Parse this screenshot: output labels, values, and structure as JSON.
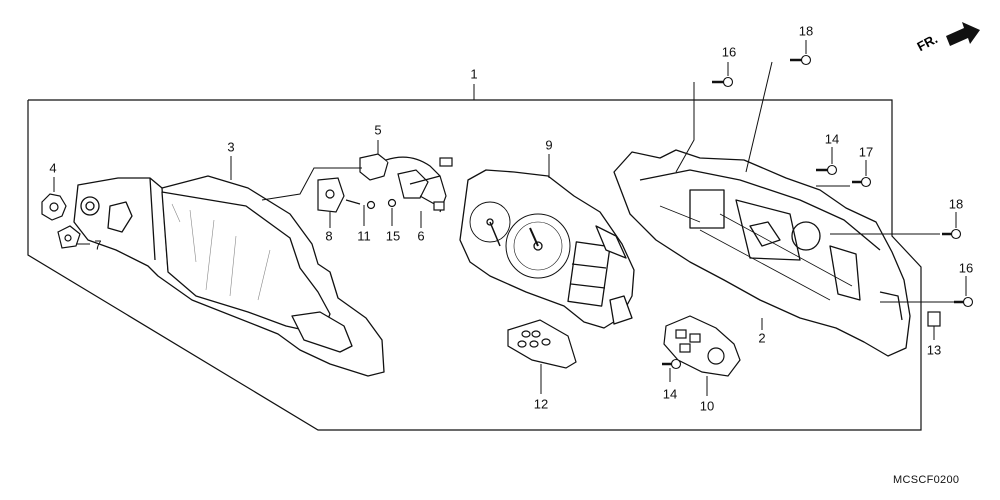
{
  "diagram": {
    "code": "MCSCF0200",
    "direction_label": "FR.",
    "callouts": [
      {
        "id": "c1",
        "text": "1"
      },
      {
        "id": "c2",
        "text": "2"
      },
      {
        "id": "c3",
        "text": "3"
      },
      {
        "id": "c4",
        "text": "4"
      },
      {
        "id": "c5",
        "text": "5"
      },
      {
        "id": "c6",
        "text": "6"
      },
      {
        "id": "c7",
        "text": "7"
      },
      {
        "id": "c8",
        "text": "8"
      },
      {
        "id": "c9",
        "text": "9"
      },
      {
        "id": "c10",
        "text": "10"
      },
      {
        "id": "c11",
        "text": "11"
      },
      {
        "id": "c12",
        "text": "12"
      },
      {
        "id": "c13",
        "text": "13"
      },
      {
        "id": "c14a",
        "text": "14"
      },
      {
        "id": "c14b",
        "text": "14"
      },
      {
        "id": "c15",
        "text": "15"
      },
      {
        "id": "c16a",
        "text": "16"
      },
      {
        "id": "c16b",
        "text": "16"
      },
      {
        "id": "c17",
        "text": "17"
      },
      {
        "id": "c18a",
        "text": "18"
      },
      {
        "id": "c18b",
        "text": "18"
      }
    ]
  }
}
